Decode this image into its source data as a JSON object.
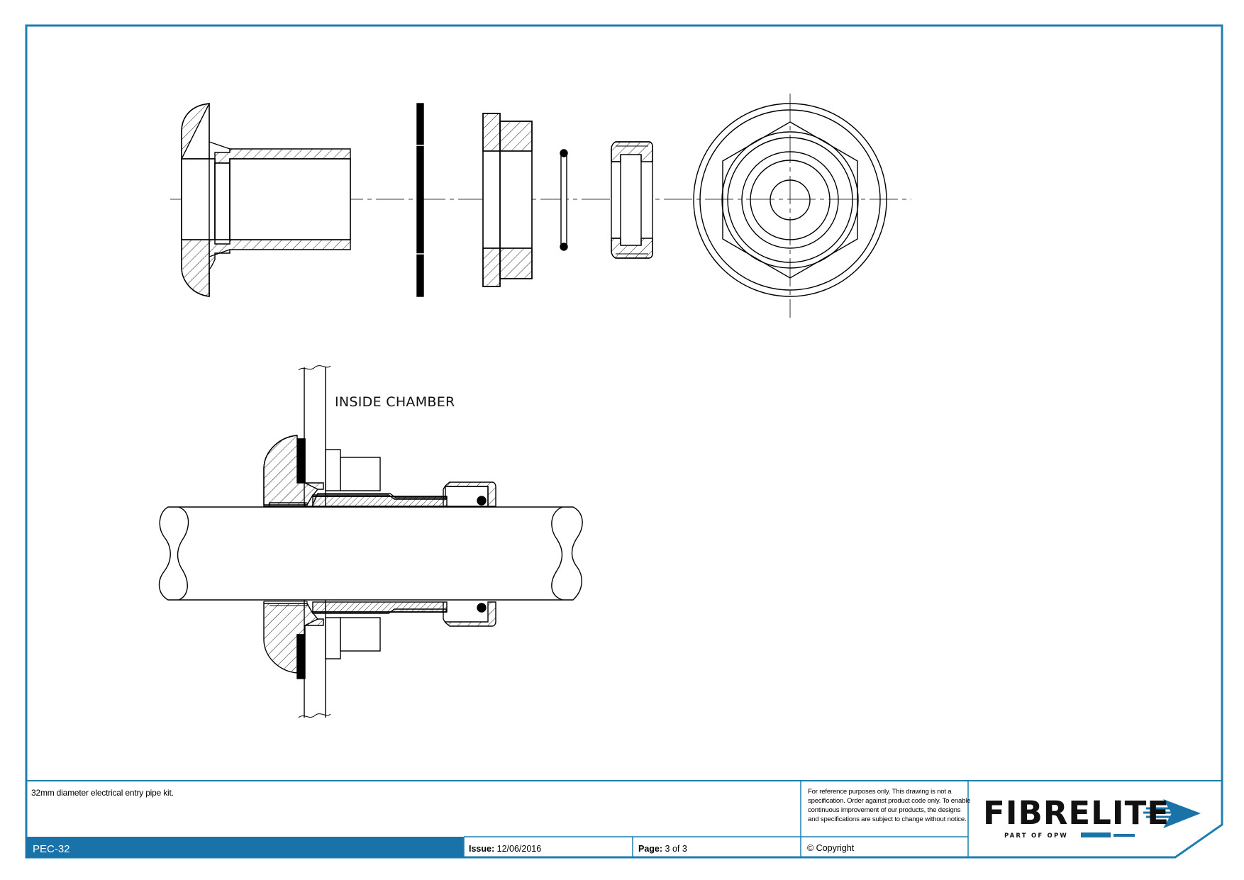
{
  "drawing": {
    "label_inside": "INSIDE CHAMBER"
  },
  "title_block": {
    "description": "32mm diameter electrical entry pipe kit.",
    "product_code": "PEC-32",
    "issue_label": "Issue:",
    "issue_value": "12/06/2016",
    "page_label": "Page:",
    "page_value": "3 of 3",
    "copyright": "© Copyright",
    "disclaimer": "For reference purposes only. This drawing is not a specification. Order against product code only.  To enable continuous improvement of our products, the designs and specifications are subject to change without notice."
  },
  "logo": {
    "brand": "FIBRELITE",
    "tagline": "PART OF OPW"
  },
  "colors": {
    "border": "#1f7eb0",
    "band": "#1a73a8",
    "line": "#000000"
  }
}
